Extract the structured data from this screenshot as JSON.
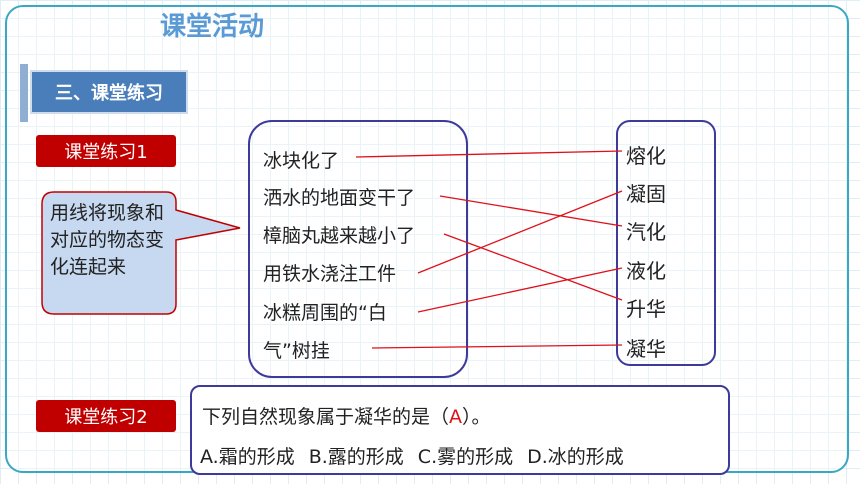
{
  "page": {
    "title": "课堂活动"
  },
  "section": {
    "label": "三、课堂练习"
  },
  "exercise1": {
    "label": "课堂练习1",
    "instruction": "用线将现象和对应的物态变化连起来",
    "phenomena": [
      "冰块化了",
      "洒水的地面变干了",
      "樟脑丸越来越小了",
      "用铁水浇注工件",
      "冰糕周围的“白",
      "气”树挂"
    ],
    "changes": [
      "熔化",
      "凝固",
      "汽化",
      "液化",
      "升华",
      "凝华"
    ],
    "line_color": "#e0101a"
  },
  "exercise2": {
    "label": "课堂练习2",
    "question_before": "下列自然现象属于凝华的是（",
    "answer": "A",
    "question_after": "）。",
    "options": [
      "A.霜的形成",
      "B.露的形成",
      "C.雾的形成",
      "D.冰的形成"
    ]
  },
  "colors": {
    "title": "#5b9bd5",
    "banner": "#4a7ebb",
    "label_red": "#c00000",
    "callout_fill": "#c6d9f1",
    "box_border": "#3d3a9a",
    "frame": "#3aa7c4"
  }
}
